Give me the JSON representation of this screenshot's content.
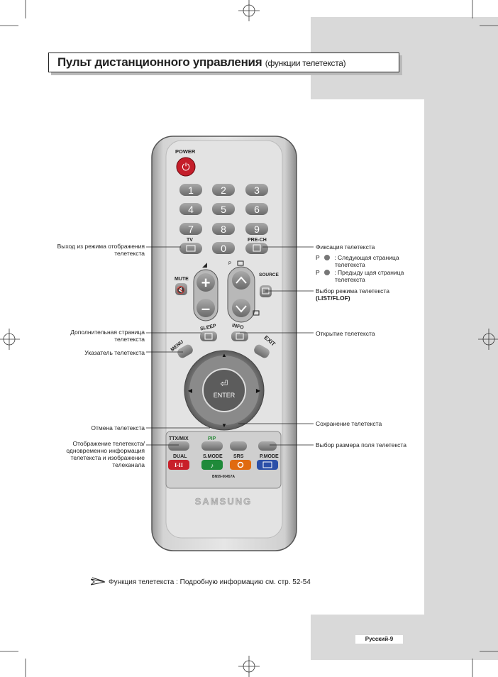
{
  "header": {
    "title": "Пульт дистанционного управления",
    "subtitle": "(функции телетекста)"
  },
  "remote": {
    "power": "POWER",
    "digits": [
      "1",
      "2",
      "3",
      "4",
      "5",
      "6",
      "7",
      "8",
      "9",
      "0"
    ],
    "tv": "TV",
    "prech": "PRE-CH",
    "mute": "MUTE",
    "p_label": "P",
    "source": "SOURCE",
    "sleep": "SLEEP",
    "info": "INFO",
    "menu": "MENU",
    "exit": "EXIT",
    "enter": "ENTER",
    "ttx": "TTX/MIX",
    "pip": "PIP",
    "dual": "DUAL",
    "smode": "S.MODE",
    "srs": "SRS",
    "pmode": "P.MODE",
    "dual_icon": "I-II",
    "model": "BN59-00457A",
    "brand": "SAMSUNG"
  },
  "labels_left": {
    "exit_teletext_1": "Выход из режима отображения",
    "exit_teletext_2": "телетекста",
    "extra_page_1": "Дополнительная страница",
    "extra_page_2": "телетекста",
    "index": "Указатель телетекста",
    "cancel": "Отмена телетекста",
    "mix_1": "Отображение телетекста/",
    "mix_2": "одновременно информация",
    "mix_3": "телетекста и изображение",
    "mix_4": "телеканала"
  },
  "labels_right": {
    "hold": "Фиксация телетекста",
    "next_p": "P",
    "next_1": ": Следующая страница",
    "next_2": "телетекста",
    "prev_p": "P",
    "prev_1": ": Предыду щая страница",
    "prev_2": "телетекста",
    "mode_1": "Выбор режима телетекста",
    "mode_2": "(LIST/FLOF)",
    "open": "Открытие телетекста",
    "store": "Сохранение телетекста",
    "size": "Выбор размера поля телетекста"
  },
  "note": "Функция телетекста : Подробную информацию см. стр. 52-54",
  "footer": {
    "page": "Русский-9"
  },
  "colors": {
    "grey_band": "#d9d9d9",
    "power_red": "#c41e2a",
    "dual_red": "#c8202a",
    "smode_green": "#1f8a3a",
    "srs_orange": "#e06a10",
    "pmode_blue": "#2b4fa8"
  }
}
